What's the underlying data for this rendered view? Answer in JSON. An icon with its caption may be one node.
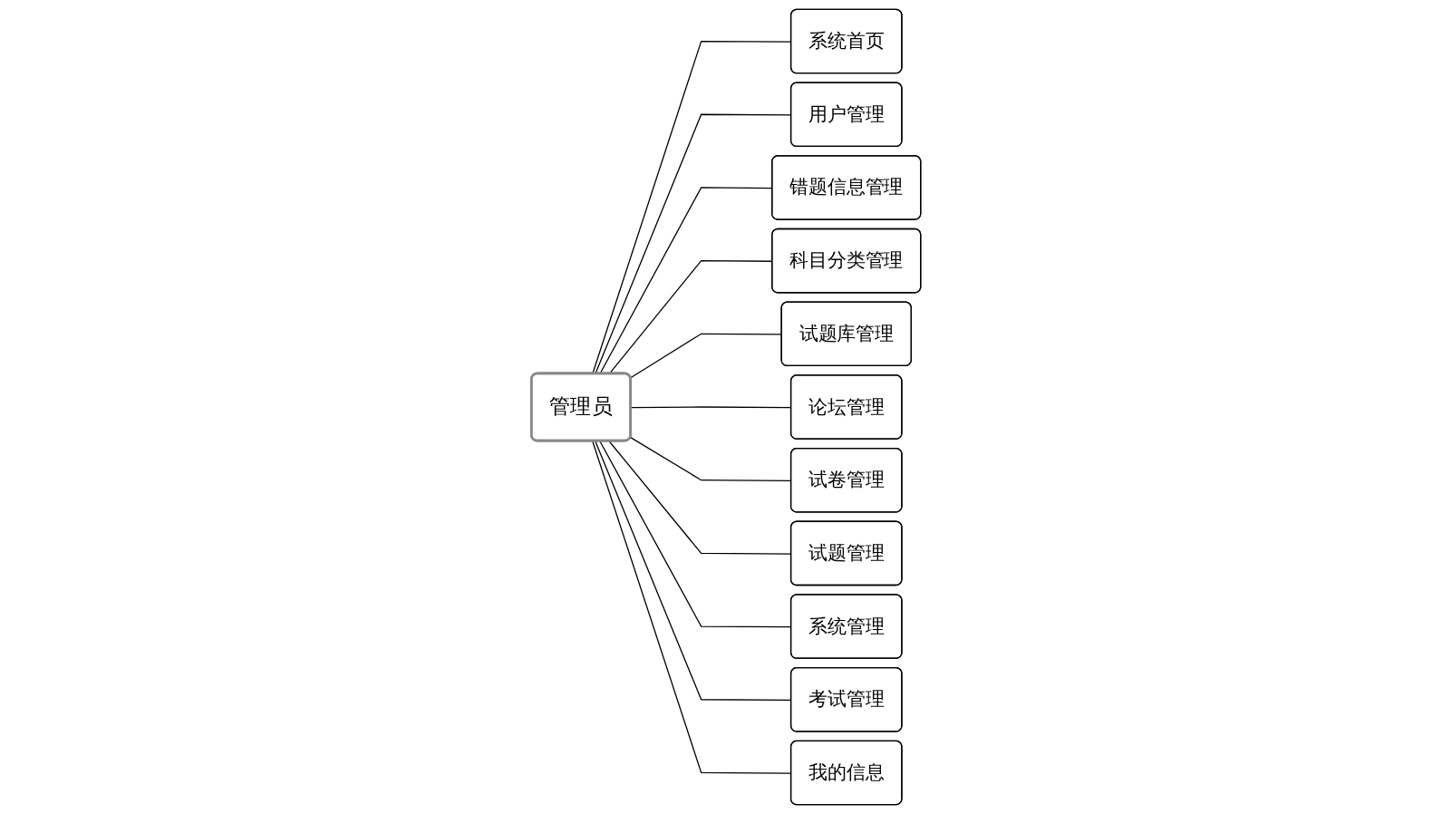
{
  "diagram": {
    "nodes": [
      {
        "text": [
          "管理员"
        ]
      },
      {
        "text": [
          "系统首页"
        ]
      },
      {
        "text": [
          "用户管理"
        ]
      },
      {
        "text": [
          "错题信息管理"
        ]
      },
      {
        "text": [
          "科目分类管理"
        ]
      },
      {
        "text": [
          "试题库管理"
        ]
      },
      {
        "text": [
          "论坛管理"
        ]
      },
      {
        "text": [
          "试卷管理"
        ]
      },
      {
        "text": [
          "试题管理"
        ]
      },
      {
        "text": [
          "系统管理"
        ]
      },
      {
        "text": [
          "考试管理"
        ]
      },
      {
        "text": [
          "我的信息"
        ]
      }
    ],
    "edges": [
      {
        "from": 0,
        "to": 1,
        "arrow": "none"
      },
      {
        "from": 0,
        "to": 2,
        "arrow": "none"
      },
      {
        "from": 0,
        "to": 3,
        "arrow": "none"
      },
      {
        "from": 0,
        "to": 4,
        "arrow": "none"
      },
      {
        "from": 0,
        "to": 5,
        "arrow": "none"
      },
      {
        "from": 0,
        "to": 6,
        "arrow": "none"
      },
      {
        "from": 0,
        "to": 7,
        "arrow": "none"
      },
      {
        "from": 0,
        "to": 8,
        "arrow": "none"
      },
      {
        "from": 0,
        "to": 9,
        "arrow": "none"
      },
      {
        "from": 0,
        "to": 10,
        "arrow": "none"
      },
      {
        "from": 0,
        "to": 11,
        "arrow": "none"
      }
    ]
  }
}
